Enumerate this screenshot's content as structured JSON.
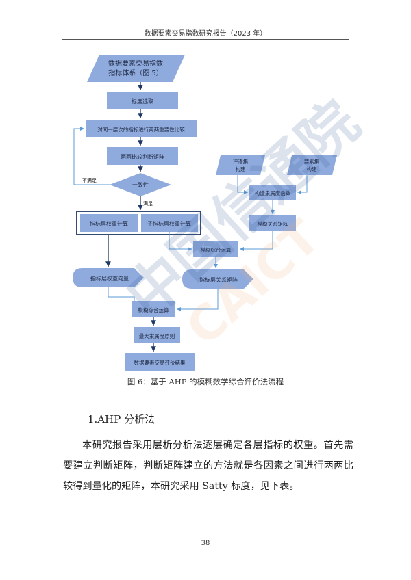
{
  "header": {
    "title": "数据要素交易指数研究报告（2023 年）"
  },
  "flowchart": {
    "nodes": {
      "start_line1": "数据要素交易指数",
      "start_line2": "指标体系（图 5）",
      "standard": "标度选取",
      "compare": "对同一层次的指标进行两两重要性比较",
      "matrix": "两两比较判断矩阵",
      "consistency": "一致性",
      "not_satisfied": "不满足",
      "satisfied": "满足",
      "weight_calc": "指标层权重计算",
      "sub_weight_calc": "子指标层权重计算",
      "weight_vector": "指标层权重向量",
      "eval_set_line1": "评语集",
      "eval_set_line2": "构建",
      "factor_set_line1": "要素集",
      "factor_set_line2": "构建",
      "membership": "构造隶属度函数",
      "fuzzy_matrix": "模糊关系矩阵",
      "fuzzy_op1": "模糊综合运算",
      "relation_matrix": "指标层关系矩阵",
      "fuzzy_op2": "模糊综合运算",
      "max_membership": "最大隶属度原则",
      "result": "数据要素交易评价结果"
    }
  },
  "caption": "图 6：基于 AHP 的模糊数学综合评价法流程",
  "section_title": "1.AHP 分析法",
  "paragraph": "本研究报告采用层析分析法逐层确定各层指标的权重。首先需要建立判断矩阵，判断矩阵建立的方法就是各因素之间进行两两比较得到量化的矩阵，本研究采用 Satty 标度，见下表。",
  "page_number": "38",
  "watermark": {
    "text": "中国信通院",
    "latin": "CAICT"
  },
  "colors": {
    "fill": "#8faadc",
    "dark": "#1f3864",
    "arrow": "#5b9bd5"
  }
}
